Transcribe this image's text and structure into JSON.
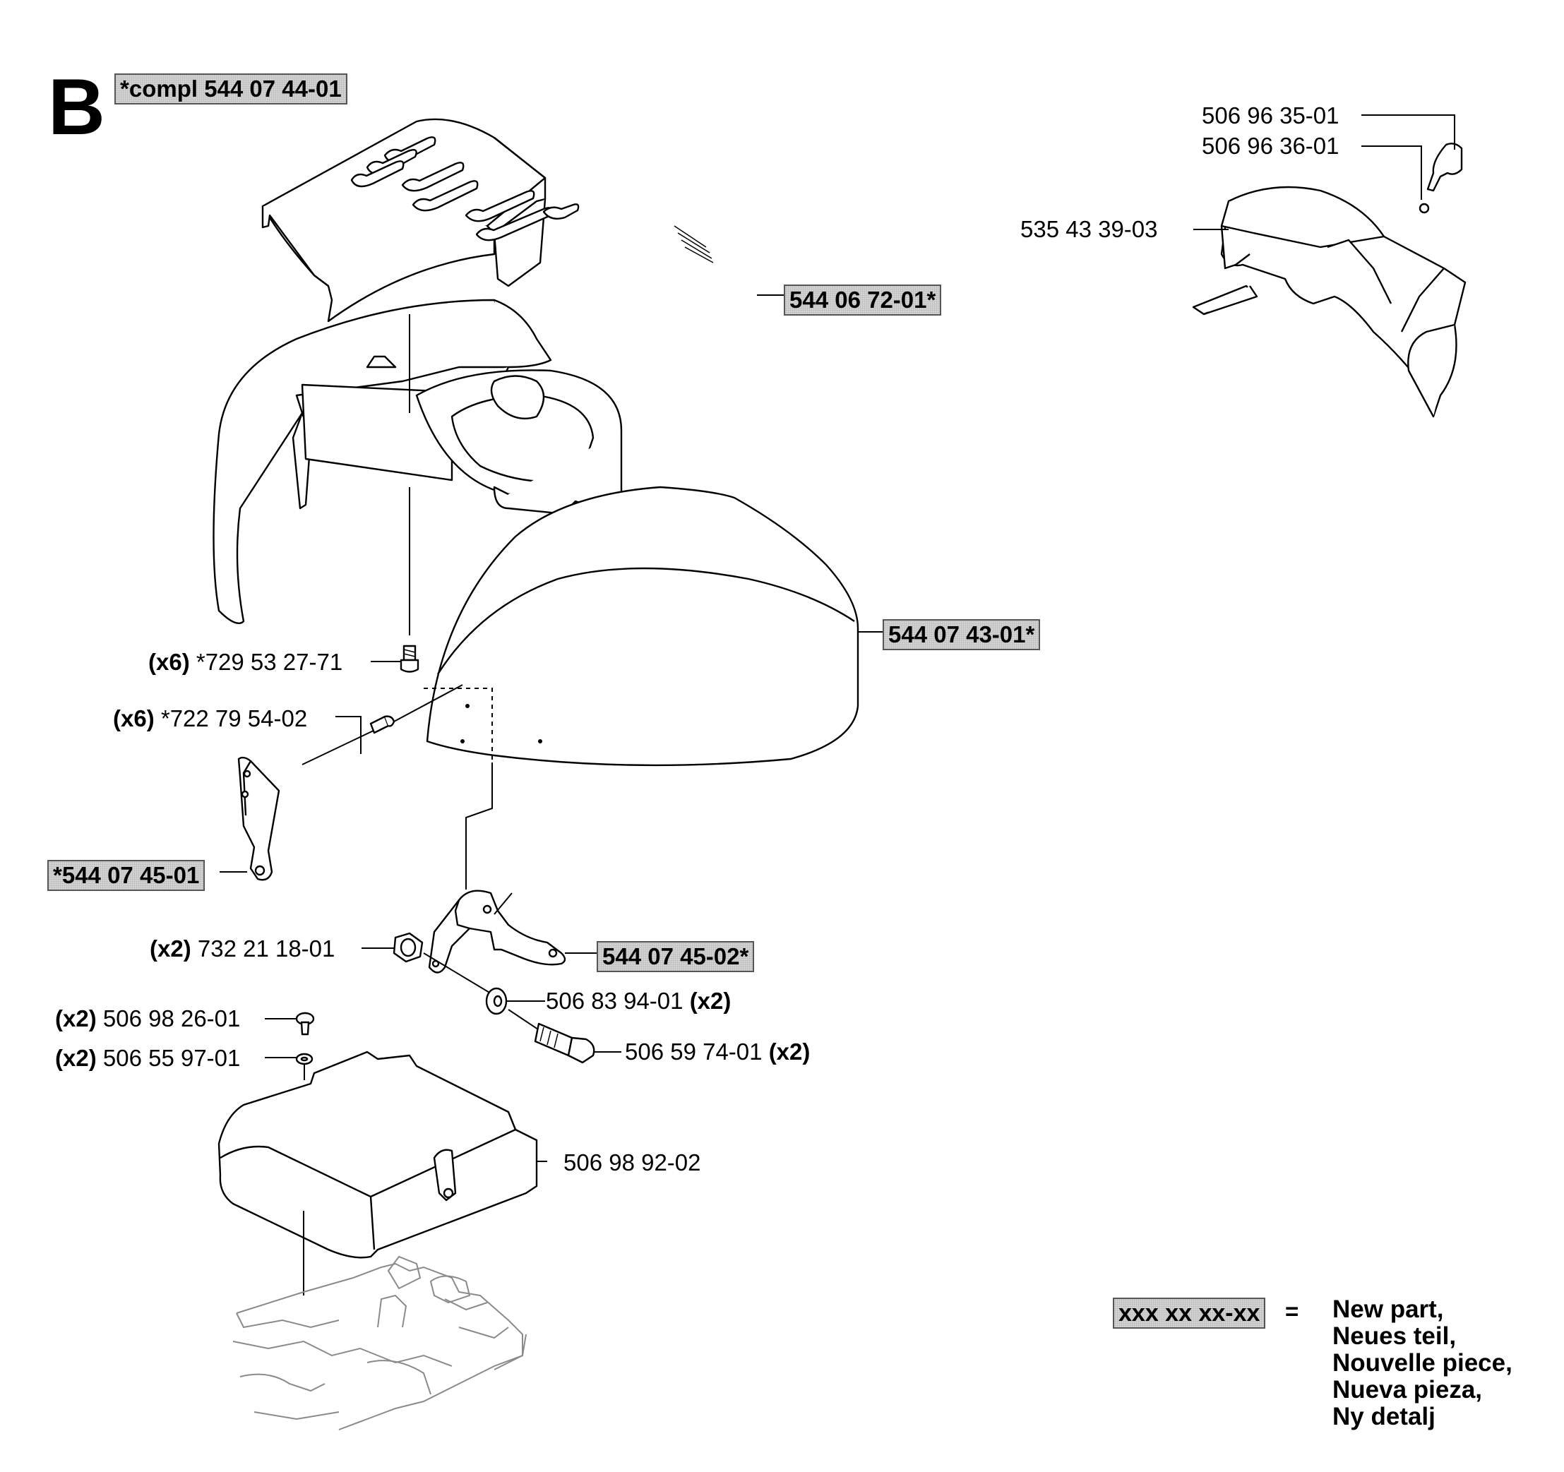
{
  "section_letter": "B",
  "callouts": {
    "compl_kit": "*compl 544 07 44-01",
    "top_cover": "544 06 72-01*",
    "hood_body": "544 07 43-01*",
    "bracket_left": "*544 07 45-01",
    "bracket_right": "544 07 45-02*",
    "deflector": "535 43 39-03",
    "deflector_pin_a": "506 96 35-01",
    "deflector_pin_b": "506 96 36-01",
    "screw_qty": "(x6)",
    "screw": "*729 53 27-71",
    "rivet_qty": "(x6)",
    "rivet": "*722 79 54-02",
    "nut_qty": "(x2)",
    "nut": "732 21 18-01",
    "washer": "506 83 94-01",
    "washer_qty": "(x2)",
    "bolt": "506 59 74-01",
    "bolt_qty": "(x2)",
    "small_screw_qty": "(x2)",
    "small_screw": "506 98 26-01",
    "small_washer_qty": "(x2)",
    "small_washer": "506 55 97-01",
    "battery_cover": "506 98 92-02"
  },
  "legend": {
    "key": "xxx xx xx-xx",
    "equals": "=",
    "lines": [
      "New part,",
      "Neues teil,",
      "Nouvelle piece,",
      "Nueva pieza,",
      "Ny detalj"
    ]
  }
}
